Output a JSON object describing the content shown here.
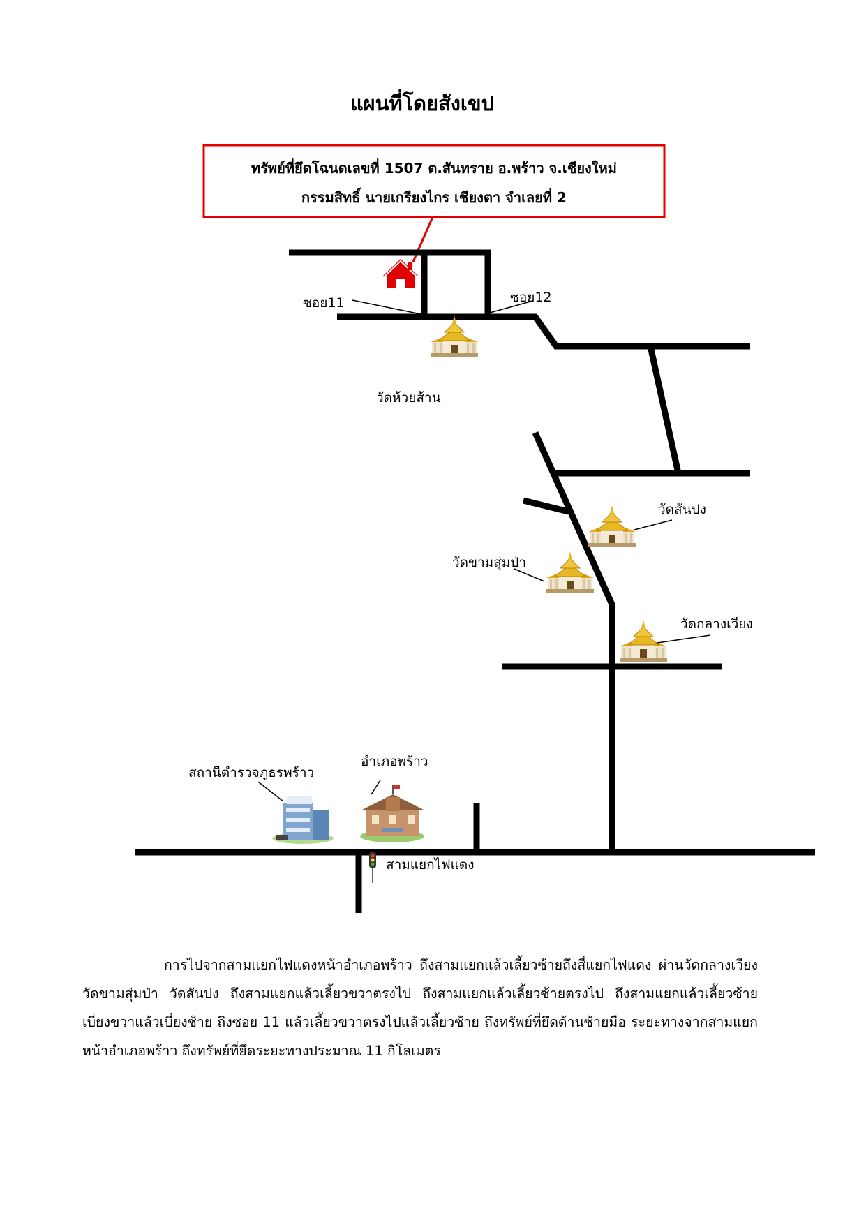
{
  "title": "แผนที่โดยสังเขป",
  "property_box": {
    "line1": "ทรัพย์ที่ยึดโฉนดเลขที่ 1507 ต.สันทราย อ.พร้าว จ.เชียงใหม่",
    "line2": "กรรมสิทธิ์ นายเกรียงไกร เชียงตา จำเลยที่ 2",
    "border_color": "#e00000"
  },
  "labels": {
    "soi11": "ซอย11",
    "soi12": "ซอย12",
    "wat_huay_san": "วัดห้วยส้าน",
    "wat_san_pong": "วัดสันปง",
    "wat_kham_sum_pa": "วัดขามสุ่มป่า",
    "wat_klang_wiang": "วัดกลางเวียง",
    "police_station": "สถานีตำรวจภูธรพร้าว",
    "district_office": "อำเภอพร้าว",
    "traffic_light_junction": "สามแยกไฟแดง"
  },
  "icons": {
    "property": "house-icon",
    "temple": "temple-icon",
    "police": "police-station-icon",
    "district": "district-office-icon",
    "traffic": "traffic-light-icon"
  },
  "colors": {
    "road": "#000000",
    "house": "#e00000",
    "temple_gold": "#e8b820"
  },
  "directions": {
    "indent_text": "การไปจากสามแยกไฟแดงหน้าอำเภอพร้าว ถึงสามแยกแล้วเลี้ยวซ้ายถึงสี่แยกไฟแดง",
    "body_text": "ผ่านวัดกลางเวียง วัดขามสุ่มป่า วัดสันปง ถึงสามแยกแล้วเลี้ยวขวาตรงไป ถึงสามแยกแล้วเลี้ยวซ้ายตรงไป ถึงสามแยกแล้วเลี้ยวซ้าย เบี่ยงขวาแล้วเบี่ยงซ้าย ถึงซอย 11 แล้วเลี้ยวขวาตรงไปแล้วเลี้ยวซ้าย ถึงทรัพย์ที่ยึดด้านซ้ายมือ ระยะทางจากสามแยกหน้าอำเภอพร้าว ถึงทรัพย์ที่ยึดระยะทางประมาณ 11 กิโลเมตร"
  }
}
